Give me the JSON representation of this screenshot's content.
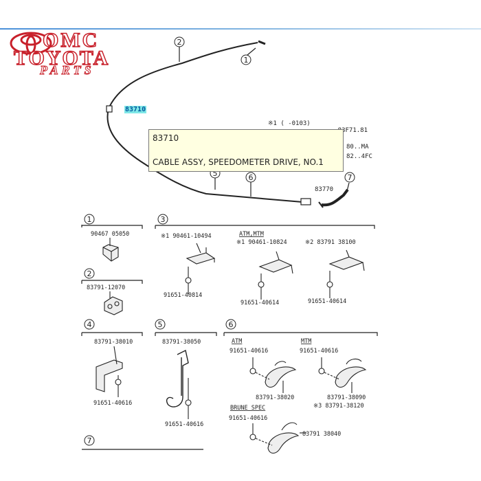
{
  "logo": {
    "line1": "OMC",
    "line2": "TOYOTA",
    "line3": "PARTS"
  },
  "highlight_part": "83710",
  "tooltip": {
    "part_number": "83710",
    "part_name": "CABLE ASSY, SPEEDOMETER DRIVE, NO.1"
  },
  "main": {
    "callouts": [
      "1",
      "2",
      "5",
      "6",
      "7"
    ],
    "part_83770": "83770",
    "notes_line1": "※1 (   -0103)",
    "notes_line2": "... 83F71.81",
    "notes_line3": "80..MA",
    "notes_line4": "82..4FC"
  },
  "panels": {
    "p1": {
      "num": "1",
      "part": "90467 05050"
    },
    "p2": {
      "num": "2",
      "part": "83791-12070"
    },
    "p3": {
      "num": "3",
      "header_a": "※1 90461-10494",
      "header_b_label": "ATM,MTM",
      "header_b": "※1 90461-10824",
      "header_c": "※2 83791 38100",
      "bolt_a": "91651-40814",
      "bolt_b": "91651-40614",
      "bolt_c": "91651-40614"
    },
    "p4": {
      "num": "4",
      "part": "83791-38010",
      "bolt": "91651-40616"
    },
    "p5": {
      "num": "5",
      "part": "83791-38050",
      "bolt": "91651-40616"
    },
    "p6": {
      "num": "6",
      "atm": "ATM",
      "mtm": "MTM",
      "bolt_a": "91651-40616",
      "bolt_b": "91651-40616",
      "clip_a": "83791-38020",
      "clip_b": "83791-38090",
      "clip_c": "※3 83791-38120",
      "brune": "BRUNE SPEC",
      "bolt_c": "91651-40616",
      "clip_d": "83791 38040"
    },
    "p7": {
      "num": "7"
    }
  }
}
